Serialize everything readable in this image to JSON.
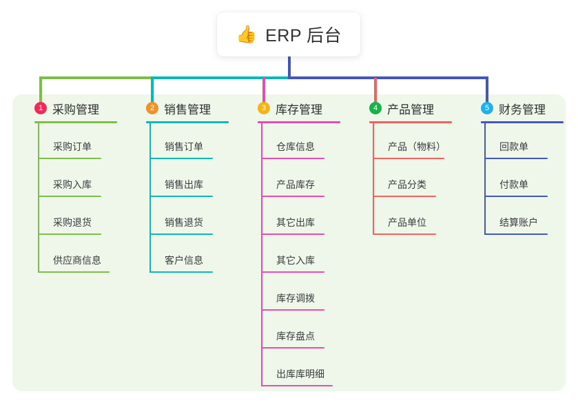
{
  "title": {
    "emoji": "👍",
    "emoji_name": "thumbs-up-icon",
    "text": "ERP 后台"
  },
  "theme": {
    "panel_bg": "#eef7e9",
    "card_bg": "#ffffff",
    "text": "#2f3033",
    "stem_main": "#4156c0"
  },
  "columns": [
    {
      "number": "1",
      "title": "采购管理",
      "badge_color": "#ec2d5b",
      "line_color": "#7cbe48",
      "items": [
        {
          "label": "采购订单"
        },
        {
          "label": "采购入库"
        },
        {
          "label": "采购退货"
        },
        {
          "label": "供应商信息"
        }
      ]
    },
    {
      "number": "2",
      "title": "销售管理",
      "badge_color": "#f0922b",
      "line_color": "#0cb8b6",
      "items": [
        {
          "label": "销售订单"
        },
        {
          "label": "销售出库"
        },
        {
          "label": "销售退货"
        },
        {
          "label": "客户信息"
        }
      ]
    },
    {
      "number": "3",
      "title": "库存管理",
      "badge_color": "#f3b417",
      "line_color": "#e94bb0",
      "items": [
        {
          "label": "仓库信息"
        },
        {
          "label": "产品库存"
        },
        {
          "label": "其它出库"
        },
        {
          "label": "其它入库"
        },
        {
          "label": "库存调拨"
        },
        {
          "label": "库存盘点"
        },
        {
          "label": "出库库明细"
        }
      ]
    },
    {
      "number": "4",
      "title": "产品管理",
      "badge_color": "#17b34a",
      "line_color": "#f4615c",
      "items": [
        {
          "label": "产品（物料）"
        },
        {
          "label": "产品分类"
        },
        {
          "label": "产品单位"
        }
      ]
    },
    {
      "number": "5",
      "title": "财务管理",
      "badge_color": "#23b0e8",
      "line_color": "#4156c0",
      "items": [
        {
          "label": "回款单"
        },
        {
          "label": "付款单"
        },
        {
          "label": "结算账户"
        }
      ]
    }
  ]
}
